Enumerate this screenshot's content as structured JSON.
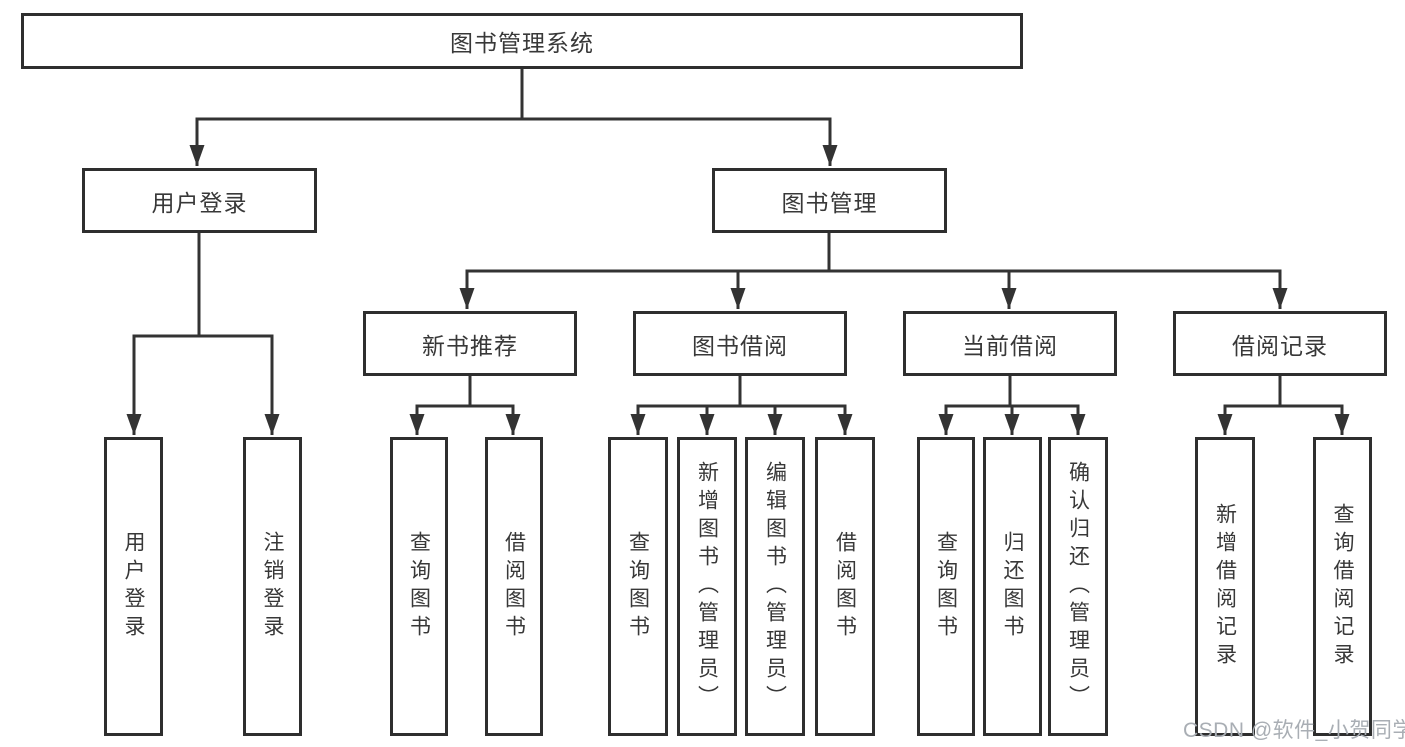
{
  "tree": {
    "root": {
      "label": "图书管理系统"
    },
    "branches": [
      {
        "label": "用户登录",
        "leaves": [
          {
            "label": "用户登录"
          },
          {
            "label": "注销登录"
          }
        ]
      },
      {
        "label": "图书管理",
        "groups": [
          {
            "label": "新书推荐",
            "leaves": [
              {
                "label": "查询图书"
              },
              {
                "label": "借阅图书"
              }
            ]
          },
          {
            "label": "图书借阅",
            "leaves": [
              {
                "label": "查询图书"
              },
              {
                "label": "新增图书（管理员）"
              },
              {
                "label": "编辑图书（管理员）"
              },
              {
                "label": "借阅图书"
              }
            ]
          },
          {
            "label": "当前借阅",
            "leaves": [
              {
                "label": "查询图书"
              },
              {
                "label": "归还图书"
              },
              {
                "label": "确认归还（管理员）"
              }
            ]
          },
          {
            "label": "借阅记录",
            "leaves": [
              {
                "label": "新增借阅记录"
              },
              {
                "label": "查询借阅记录"
              }
            ]
          }
        ]
      }
    ]
  },
  "watermark": {
    "text": "CSDN @软件_小贺同学"
  },
  "colors": {
    "line": "#333333",
    "box_border": "#2e2e2e",
    "box_fill": "#ffffff",
    "text": "#383838",
    "watermark": "#a9aeb4",
    "background": "#ffffff"
  }
}
